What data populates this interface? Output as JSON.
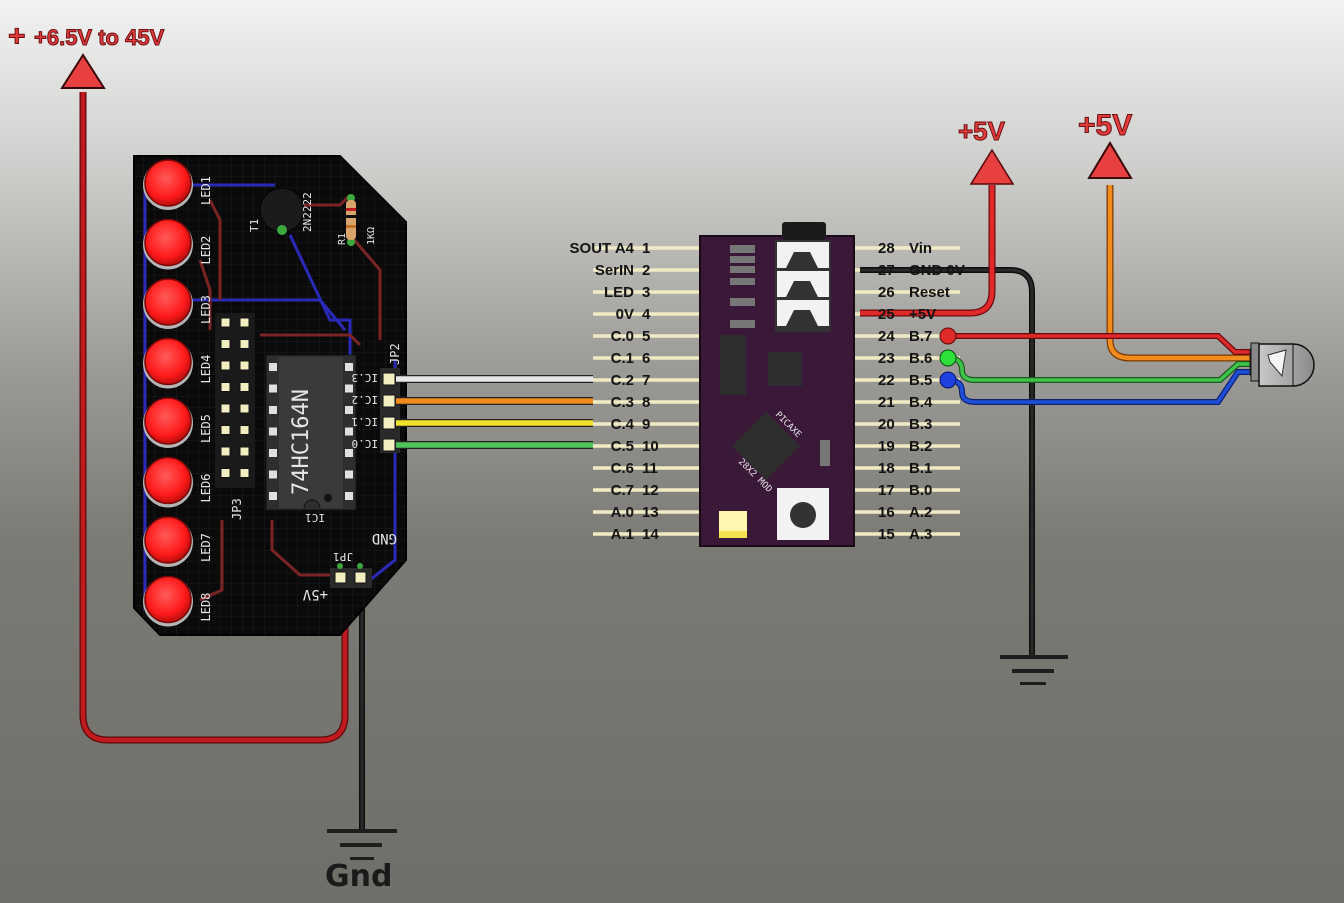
{
  "power": {
    "main_supply_label": "+6.5V to 45V",
    "picaxe_supply_label": "+5V",
    "led_supply_label": "+5V",
    "ground_label": "Gnd"
  },
  "shift_board": {
    "ic_part": "74HC164N",
    "ic_ref": "IC1",
    "transistor_ref": "T1",
    "transistor_part": "2N2222",
    "resistor_ref": "R1",
    "resistor_value": "1KΩ",
    "jumper_leds": "JP3",
    "jumper_inputs": "JP2",
    "jumper_power": "JP1",
    "power_pin_labels": [
      "+5V",
      "GND"
    ],
    "input_pin_labels": [
      "IC.3",
      "IC.2",
      "IC.1",
      "IC.0"
    ],
    "leds": [
      "LED1",
      "LED2",
      "LED3",
      "LED4",
      "LED5",
      "LED6",
      "LED7",
      "LED8"
    ]
  },
  "picaxe": {
    "chip_label": "PICAXE",
    "module_label": "28X2 MOD",
    "left_pins": [
      {
        "label": "SOUT A4",
        "num": "1"
      },
      {
        "label": "SerIN",
        "num": "2"
      },
      {
        "label": "LED",
        "num": "3"
      },
      {
        "label": "0V",
        "num": "4"
      },
      {
        "label": "C.0",
        "num": "5"
      },
      {
        "label": "C.1",
        "num": "6"
      },
      {
        "label": "C.2",
        "num": "7"
      },
      {
        "label": "C.3",
        "num": "8"
      },
      {
        "label": "C.4",
        "num": "9"
      },
      {
        "label": "C.5",
        "num": "10"
      },
      {
        "label": "C.6",
        "num": "11"
      },
      {
        "label": "C.7",
        "num": "12"
      },
      {
        "label": "A.0",
        "num": "13"
      },
      {
        "label": "A.1",
        "num": "14"
      }
    ],
    "right_pins": [
      {
        "num": "28",
        "label": "Vin"
      },
      {
        "num": "27",
        "label": "GND 0V"
      },
      {
        "num": "26",
        "label": "Reset"
      },
      {
        "num": "25",
        "label": "+5V"
      },
      {
        "num": "24",
        "label": "B.7"
      },
      {
        "num": "23",
        "label": "B.6"
      },
      {
        "num": "22",
        "label": "B.5"
      },
      {
        "num": "21",
        "label": "B.4"
      },
      {
        "num": "20",
        "label": "B.3"
      },
      {
        "num": "19",
        "label": "B.2"
      },
      {
        "num": "18",
        "label": "B.1"
      },
      {
        "num": "17",
        "label": "B.0"
      },
      {
        "num": "16",
        "label": "A.2"
      },
      {
        "num": "15",
        "label": "A.3"
      }
    ]
  },
  "wires": [
    {
      "from": "C.2",
      "to": "IC.3",
      "color": "#e8e8e8"
    },
    {
      "from": "C.3",
      "to": "IC.2",
      "color": "#f08a1c"
    },
    {
      "from": "C.4",
      "to": "IC.1",
      "color": "#f1e32a"
    },
    {
      "from": "C.5",
      "to": "IC.0",
      "color": "#4ec45a"
    },
    {
      "from": "B.7",
      "to": "RGB LED red",
      "color": "#e02a2a"
    },
    {
      "from": "B.6",
      "to": "RGB LED green",
      "color": "#3fc44a"
    },
    {
      "from": "B.5",
      "to": "RGB LED blue",
      "color": "#1f4fd8"
    },
    {
      "from": "+5V",
      "to": "RGB LED common",
      "color": "#f28c1e"
    }
  ],
  "colors": {
    "power_red": "#e33b3b",
    "pcb_black": "#0c0c0c",
    "picaxe_purple": "#3a1838",
    "led_red": "#ff2a2a"
  }
}
